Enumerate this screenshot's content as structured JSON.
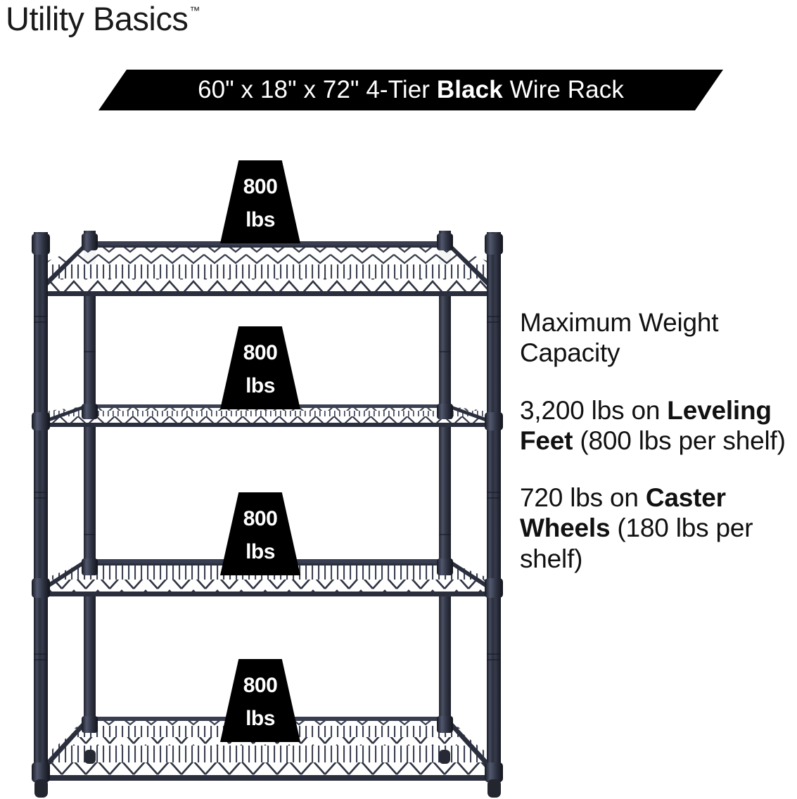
{
  "brand": {
    "name": "Utility Basics",
    "trademark": "™"
  },
  "banner": {
    "text_before": "60\" x 18\" x 72\" 4-Tier ",
    "bold": "Black",
    "text_after": " Wire Rack",
    "full_text": "60\" x 18\" x 72\" 4-Tier Black Wire Rack",
    "background_color": "#000000",
    "text_color": "#ffffff"
  },
  "info": {
    "heading": "Maximum Weight Capacity",
    "paragraphs": [
      {
        "lead": "3,200 lbs on ",
        "bold": "Leveling Feet",
        "tail": " (800 lbs per shelf)",
        "full_text": "3,200 lbs on Leveling Feet (800 lbs per shelf)"
      },
      {
        "lead": "720 lbs on ",
        "bold": "Caster Wheels",
        "tail": " (180 lbs per shelf)",
        "full_text": "720 lbs on Caster Wheels (180 lbs per shelf)"
      }
    ]
  },
  "rack": {
    "tier_count": 4,
    "frame_color": "#2b2f3d",
    "badges": [
      {
        "number": "800",
        "unit": "lbs"
      },
      {
        "number": "800",
        "unit": "lbs"
      },
      {
        "number": "800",
        "unit": "lbs"
      },
      {
        "number": "800",
        "unit": "lbs"
      }
    ]
  }
}
